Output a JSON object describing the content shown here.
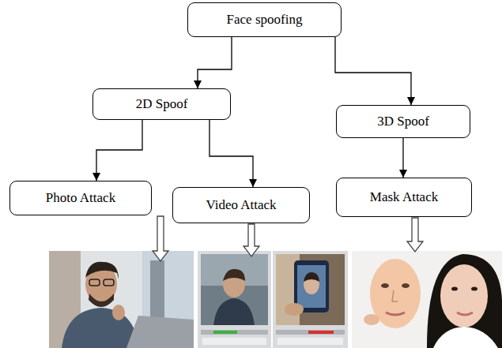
{
  "diagram": {
    "nodes": [
      {
        "text": [
          "Face spoofing"
        ]
      },
      {
        "text": [
          "2D Spoof"
        ]
      },
      {
        "text": [
          "3D Spoof"
        ]
      },
      {
        "text": [
          "Photo Attack"
        ]
      },
      {
        "text": [
          "Video Attack"
        ]
      },
      {
        "text": [
          "Mask Attack"
        ]
      }
    ],
    "edges": [
      {
        "from": 0,
        "to": 1,
        "arrow": "to"
      },
      {
        "from": 0,
        "to": 2,
        "arrow": "to"
      },
      {
        "from": 1,
        "to": 3,
        "arrow": "to"
      },
      {
        "from": 1,
        "to": 4,
        "arrow": "to"
      },
      {
        "from": 2,
        "to": 5,
        "arrow": "to"
      }
    ]
  }
}
